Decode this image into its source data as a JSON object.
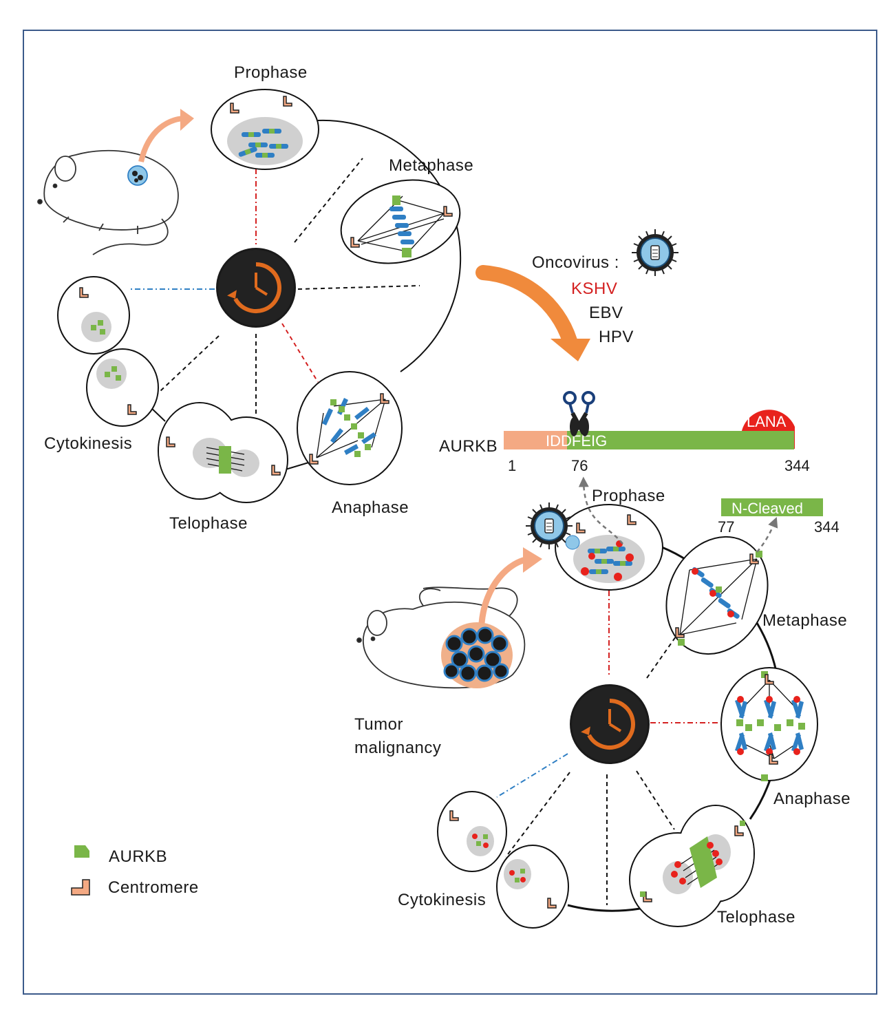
{
  "labels": {
    "normal_prophase": "Prophase",
    "normal_metaphase": "Metaphase",
    "normal_anaphase": "Anaphase",
    "normal_telophase": "Telophase",
    "normal_cytokinesis": "Cytokinesis",
    "tumor_prophase": "Prophase",
    "tumor_metaphase": "Metaphase",
    "tumor_anaphase": "Anaphase",
    "tumor_telophase": "Telophase",
    "tumor_cytokinesis": "Cytokinesis",
    "tumor_line1": "Tumor",
    "tumor_line2": "malignancy"
  },
  "oncovirus": {
    "title": "Oncovirus :",
    "kshv": "KSHV",
    "ebv": "EBV",
    "hpv": "HPV"
  },
  "protein": {
    "name": "AURKB",
    "motif": "IDDFEIG",
    "binder": "LANA",
    "start": "1",
    "cleave_site": "76",
    "end": "344"
  },
  "cleaved": {
    "label": "N-Cleaved",
    "start": "77",
    "end": "344"
  },
  "legend": {
    "aurkb": "AURKB",
    "centromere": "Centromere"
  },
  "colors": {
    "frame": "#3b5a8a",
    "aurkb_green": "#7ab648",
    "centromere_orange": "#f4a983",
    "kshv_red": "#d42020",
    "lana_red": "#e8221c",
    "arrow_orange": "#f08a3c",
    "chromosome_blue": "#2f7fc4"
  }
}
